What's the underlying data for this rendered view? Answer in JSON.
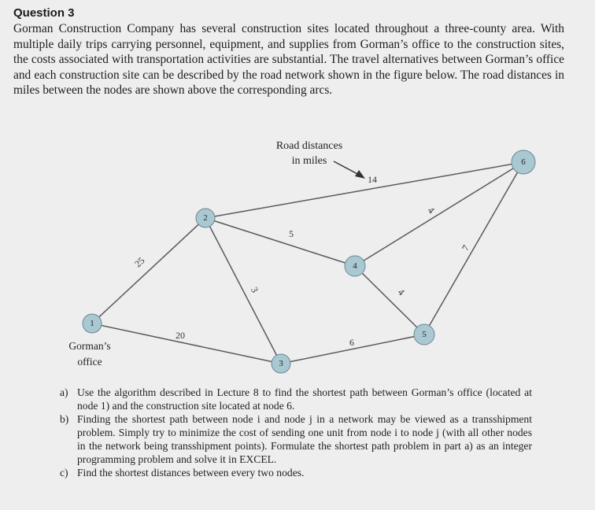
{
  "question": {
    "title": "Question 3",
    "intro": "Gorman Construction Company has several construction sites located throughout a three-county area. With multiple daily trips carrying personnel, equipment, and supplies from Gorman’s office to the construction sites, the costs associated with transportation activities are substantial. The travel alternatives between Gorman’s office and each construction site can be described by the road network shown in the figure below. The road distances in miles between the nodes are shown above the corresponding arcs."
  },
  "diagram": {
    "caption_line1": "Road distances",
    "caption_line2": "in miles",
    "office_line1": "Gorman’s",
    "office_line2": "office",
    "nodes": [
      "1",
      "2",
      "3",
      "4",
      "5",
      "6"
    ],
    "edges": [
      {
        "from": "1",
        "to": "2",
        "distance": "25"
      },
      {
        "from": "1",
        "to": "3",
        "distance": "20"
      },
      {
        "from": "2",
        "to": "3",
        "distance": "3"
      },
      {
        "from": "2",
        "to": "4",
        "distance": "5"
      },
      {
        "from": "2",
        "to": "6",
        "distance": "14"
      },
      {
        "from": "3",
        "to": "5",
        "distance": "6"
      },
      {
        "from": "4",
        "to": "5",
        "distance": "4"
      },
      {
        "from": "4",
        "to": "6",
        "distance": "4"
      },
      {
        "from": "5",
        "to": "6",
        "distance": "7"
      }
    ]
  },
  "parts": [
    {
      "marker": "a)",
      "text": "Use the algorithm described in Lecture 8 to find the shortest path between Gorman’s office (located at node 1) and the construction site located at node 6."
    },
    {
      "marker": "b)",
      "text": "Finding the shortest path between node i and node j in a network may be viewed as a transshipment problem. Simply try to minimize the cost of sending one unit from node i to node j (with all other nodes in the network being transshipment points). Formulate the shortest path problem in part a) as an integer programming problem and solve it in EXCEL."
    },
    {
      "marker": "c)",
      "text": "Find the shortest distances between every two nodes."
    }
  ]
}
